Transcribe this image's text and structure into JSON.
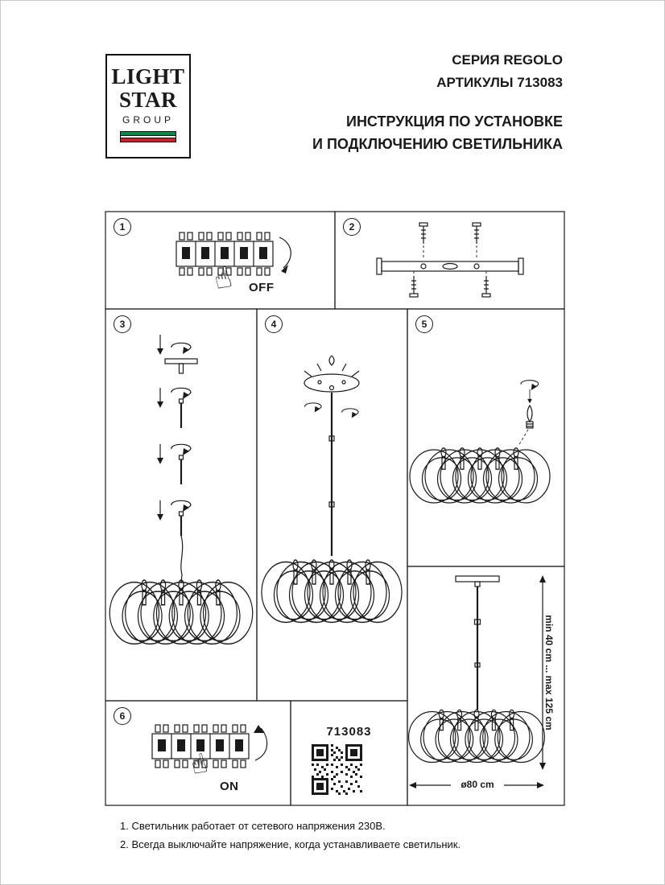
{
  "logo": {
    "line1": "LIGHT",
    "line2": "STAR",
    "line3": "GROUP"
  },
  "header": {
    "series": "СЕРИЯ REGOLO",
    "articles": "АРТИКУЛЫ 713083",
    "instruction_line1": "ИНСТРУКЦИЯ ПО УСТАНОВКЕ",
    "instruction_line2": "И ПОДКЛЮЧЕНИЮ СВЕТИЛЬНИКА"
  },
  "steps": {
    "s1": {
      "number": "1",
      "switch_label": "OFF"
    },
    "s2": {
      "number": "2"
    },
    "s3": {
      "number": "3"
    },
    "s4": {
      "number": "4"
    },
    "s5": {
      "number": "5"
    },
    "s6": {
      "number": "6",
      "switch_label": "ON"
    }
  },
  "qr_panel": {
    "article": "713083"
  },
  "dimensions": {
    "height_range": "min 40 cm ... max 125 cm",
    "diameter": "ø80 cm"
  },
  "notes": {
    "line1": "1. Светильник работает от сетевого напряжения 230В.",
    "line2": "2. Всегда выключайте напряжение, когда устанавливаете светильник."
  },
  "icons": {
    "hand": "☝"
  },
  "colors": {
    "line": "#1a1a1a",
    "flag_green": "#008c45",
    "flag_red": "#cd212a"
  }
}
